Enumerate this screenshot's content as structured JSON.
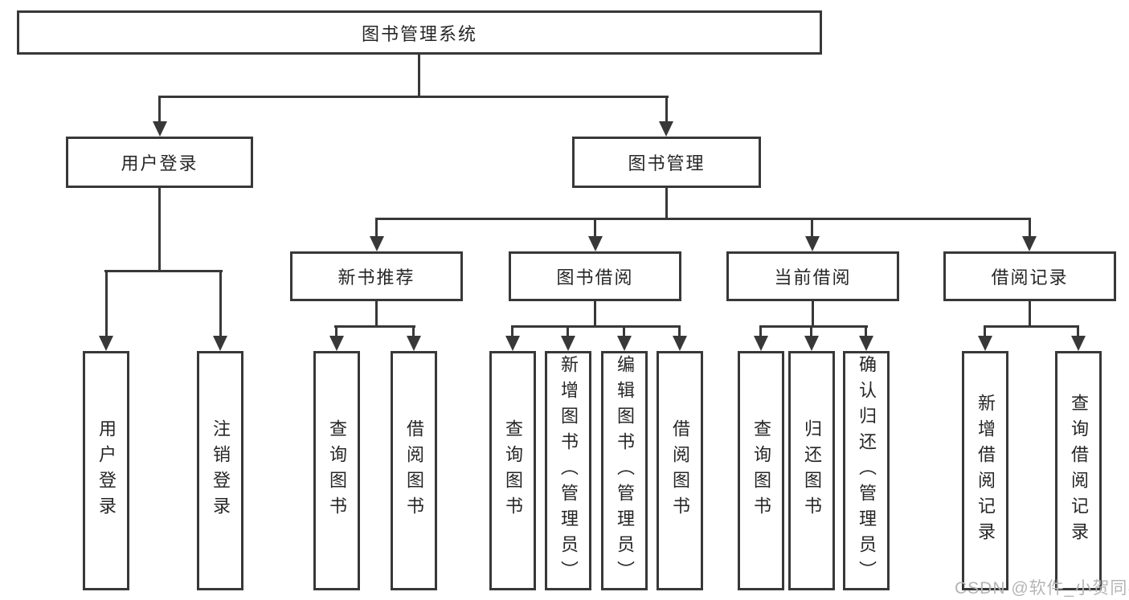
{
  "diagram": {
    "title": "图书管理系统",
    "nodes": {
      "root": "图书管理系统",
      "user_login": "用户登录",
      "book_mgmt": "图书管理",
      "new_books": "新书推荐",
      "book_borrow": "图书借阅",
      "current_borrow": "当前借阅",
      "borrow_records": "借阅记录",
      "leaf_user_login": "用户登录",
      "leaf_logout": "注销登录",
      "leaf_nb_query": "查询图书",
      "leaf_nb_borrow": "借阅图书",
      "leaf_bb_query": "查询图书",
      "leaf_bb_add": "新增图书（管理员）",
      "leaf_bb_edit": "编辑图书（管理员）",
      "leaf_bb_borrow": "借阅图书",
      "leaf_cb_query": "查询图书",
      "leaf_cb_return": "归还图书",
      "leaf_cb_confirm": "确认归还（管理员）",
      "leaf_br_add": "新增借阅记录",
      "leaf_br_query": "查询借阅记录"
    }
  },
  "watermark": {
    "text": "CSDN @软件_小贺同学"
  },
  "colors": {
    "line": "#383838",
    "box_border": "#383838",
    "box_fill": "#ffffff",
    "text": "#262626",
    "watermark": "#b5b5b5",
    "background": "#ffffff"
  }
}
